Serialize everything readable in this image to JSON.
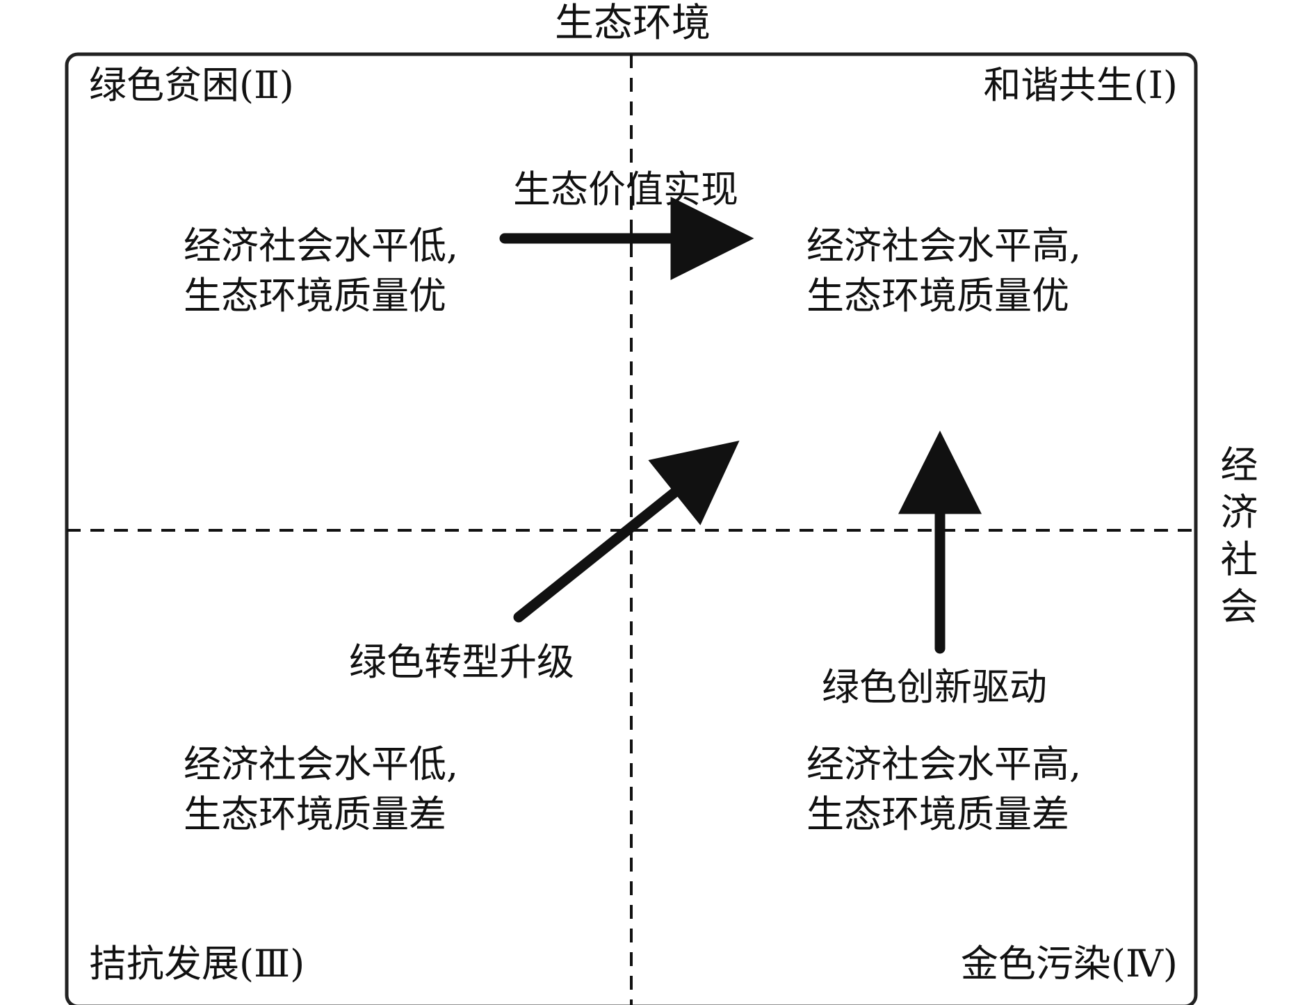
{
  "axes": {
    "vertical": "生态环境",
    "horizontal": "经济社会"
  },
  "quadrants": {
    "top_left": {
      "name": "绿色贫困(Ⅱ)",
      "desc_line1": "经济社会水平低,",
      "desc_line2": "生态环境质量优"
    },
    "top_right": {
      "name": "和谐共生(Ⅰ)",
      "desc_line1": "经济社会水平高,",
      "desc_line2": "生态环境质量优"
    },
    "bottom_left": {
      "name": "拮抗发展(Ⅲ)",
      "desc_line1": "经济社会水平低,",
      "desc_line2": "生态环境质量差"
    },
    "bottom_right": {
      "name": "金色污染(Ⅳ)",
      "desc_line1": "经济社会水平高,",
      "desc_line2": "生态环境质量差"
    }
  },
  "arrows": {
    "horizontal": "生态价值实现",
    "diagonal": "绿色转型升级",
    "vertical": "绿色创新驱动"
  }
}
